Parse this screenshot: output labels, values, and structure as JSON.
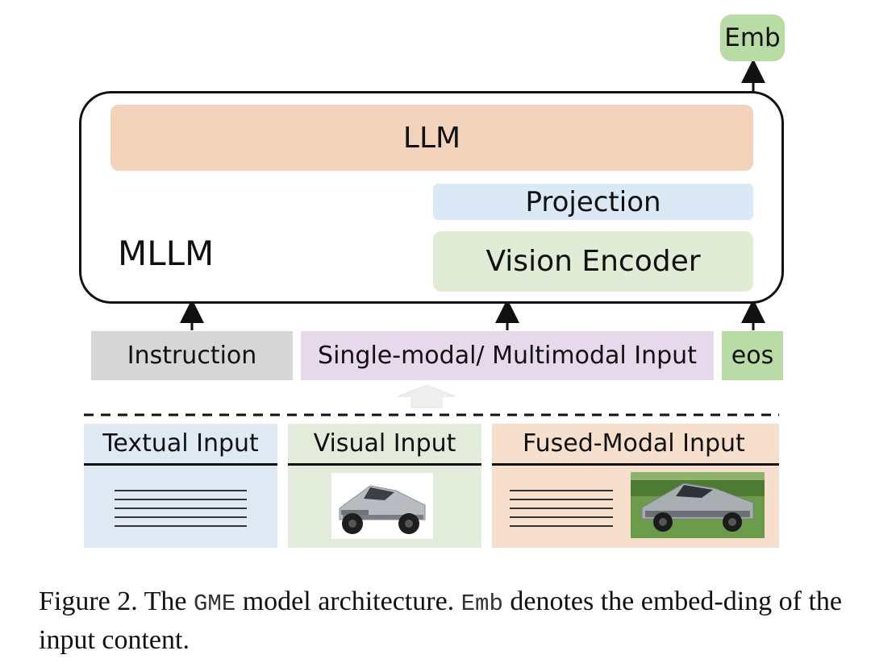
{
  "diagram": {
    "output_label": "Emb",
    "model_label": "MLLM",
    "llm_label": "LLM",
    "projection_label": "Projection",
    "vision_encoder_label": "Vision Encoder",
    "inputs": {
      "instruction": "Instruction",
      "multimodal": "Single-modal/ Multimodal Input",
      "eos": "eos"
    },
    "panels": {
      "textual": "Textual Input",
      "visual": "Visual Input",
      "fused": "Fused-Modal Input"
    }
  },
  "caption": {
    "prefix": "Figure 2.  The ",
    "model_name": "GME",
    "middle": " model architecture. ",
    "emb_term": "Emb",
    "suffix": " denotes the embed-ding of the input content."
  },
  "colors": {
    "llm": "#f4d3bd",
    "projection": "#dbe8f5",
    "vision_encoder": "#e0ecd6",
    "emb": "#b9dba6",
    "instruction": "#d6d6d6",
    "multimodal": "#e6d9ec",
    "textual_panel": "#dfe9f4",
    "visual_panel": "#e3ecda",
    "fused_panel": "#f6dfcd"
  },
  "icons": {
    "arrow": "up-arrow-icon",
    "car": "cybertruck-image"
  }
}
